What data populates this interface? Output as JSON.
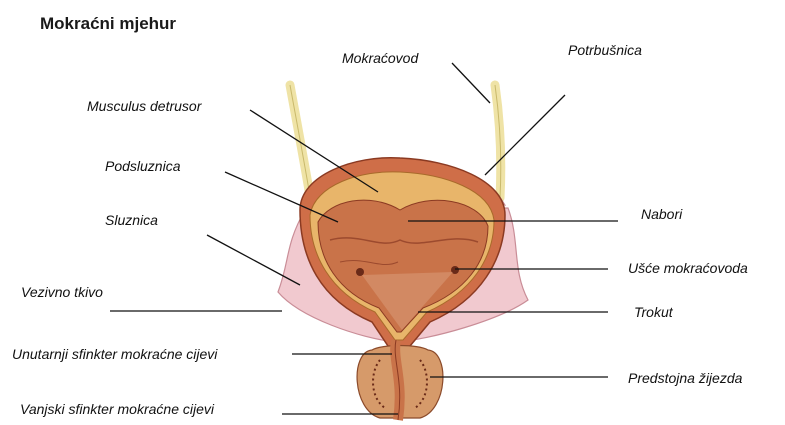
{
  "diagram": {
    "title": "Mokraćni mjehur",
    "labels": {
      "mokracovod": "Mokraćovod",
      "potrbusnica": "Potrbušnica",
      "musculus_detrusor": "Musculus detrusor",
      "podsluznica": "Podsluznica",
      "sluznica": "Sluznica",
      "vezivno_tkivo": "Vezivno tkivo",
      "unutarnji_sfinkter": "Unutarnji sfinkter mokraćne cijevi",
      "vanjski_sfinkter": "Vanjski sfinkter mokraćne cijevi",
      "nabori": "Nabori",
      "usce_mokracovoda": "Ušće mokraćovoda",
      "trokut": "Trokut",
      "predstojna_zijezda": "Predstojna žijezda"
    },
    "colors": {
      "ureter": "#efe3a6",
      "peritoneum": "#f2bcc6",
      "muscle": "#cf6e48",
      "submucosa": "#e8b56a",
      "mucosa": "#c97349",
      "lumen": "#b45a3c",
      "prostate": "#d69a6a",
      "pointer": "#111111"
    }
  }
}
